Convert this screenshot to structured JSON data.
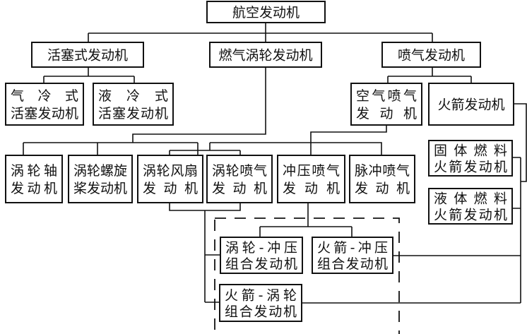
{
  "title": "航空发动机",
  "nodes": {
    "root": [
      "航空发动机"
    ],
    "piston": [
      "活塞式发动机"
    ],
    "gas_turbine": [
      "燃气涡轮发动机"
    ],
    "jet": [
      "喷气发动机"
    ],
    "air_cooled": [
      "气冷式",
      "活塞发动机"
    ],
    "liquid_cooled": [
      "液冷式",
      "活塞发动机"
    ],
    "air_breathing": [
      "空气喷气",
      "发动机"
    ],
    "rocket": [
      "火箭发动机"
    ],
    "turboshaft": [
      "涡轮轴",
      "发动机"
    ],
    "turboprop": [
      "涡轮螺旋",
      "桨发动机"
    ],
    "turbofan": [
      "涡轮风扇",
      "发动机"
    ],
    "turbojet": [
      "涡轮喷气",
      "发动机"
    ],
    "ramjet": [
      "冲压喷气",
      "发动机"
    ],
    "pulsejet": [
      "脉冲喷气",
      "发动机"
    ],
    "solid_rocket": [
      "固体燃料",
      "火箭发动机"
    ],
    "liquid_rocket": [
      "液体燃料",
      "火箭发动机"
    ],
    "turbo_ram": [
      "涡轮-冲压",
      "组合发动机"
    ],
    "rocket_ram": [
      "火箭-冲压",
      "组合发动机"
    ],
    "rocket_turbo": [
      "火箭-涡轮",
      "组合发动机"
    ]
  }
}
